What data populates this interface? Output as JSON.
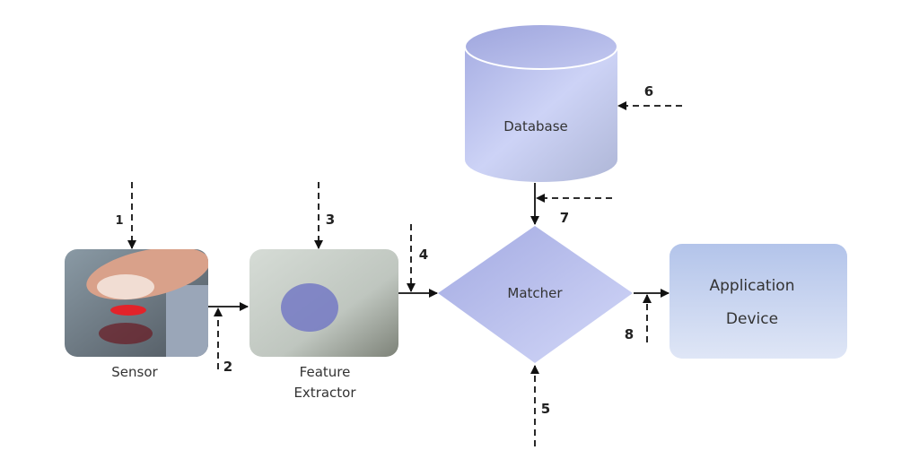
{
  "nodes": {
    "sensor": {
      "label": "Sensor"
    },
    "feature_extractor": {
      "label_line1": "Feature",
      "label_line2": "Extractor"
    },
    "database": {
      "label": "Database"
    },
    "matcher": {
      "label": "Matcher"
    },
    "application": {
      "label_line1": "Application",
      "label_line2": "Device"
    }
  },
  "attack_points": [
    "1",
    "2",
    "3",
    "4",
    "5",
    "6",
    "7",
    "8"
  ],
  "colors": {
    "shape_fill": "#c5cbf2",
    "shape_fill_dark": "#9aa3dc",
    "app_fill": "#b7c8ec",
    "arrow": "#111111"
  }
}
